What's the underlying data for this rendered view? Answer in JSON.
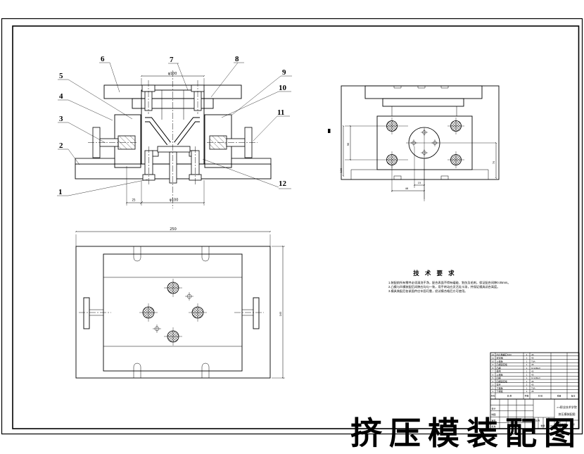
{
  "stamp": {
    "text": "挤压模装配图",
    "color": "#8B0000"
  },
  "callouts": [
    "1",
    "2",
    "3",
    "4",
    "5",
    "6",
    "7",
    "8",
    "9",
    "10",
    "11",
    "12"
  ],
  "dims": {
    "sv_top": "φ100",
    "sv_b1": "25",
    "sv_b2": "φ100",
    "tr_l1": "96",
    "tr_l2": "130",
    "tr_r": "70",
    "tr_b1": "15",
    "tr_b2": "46",
    "bl_top": "250",
    "bl_right": "165"
  },
  "tech": {
    "heading": "技 术 要 求",
    "lines": [
      "1.装配前所有零件必须清洗干净，配合表面不得有磕碰、划伤及毛刺，保证配合间隙0.05mm。",
      "2.凸模与凹模装配后间隙应均匀一致，用手转动应灵活无卡滞，并保证模具闭合高度。",
      "3.模具装配后各紧固件应牢固可靠，经试模合格后方可使用。"
    ]
  },
  "bom": {
    "headers": [
      "序号",
      "名  称",
      "件数",
      "材  料",
      "重量",
      "备注"
    ],
    "rows": [
      [
        "12",
        "内六角螺钉M10",
        "4",
        "45"
      ],
      [
        "11",
        "定位销",
        "2",
        "45"
      ],
      [
        "10",
        "上垫板",
        "1",
        "T8A"
      ],
      [
        "9",
        "凸模固定板",
        "1",
        "45"
      ],
      [
        "8",
        "凸模",
        "1",
        "Cr12MoV"
      ],
      [
        "7",
        "模柄",
        "1",
        "45"
      ],
      [
        "6",
        "上模板",
        "1",
        "45"
      ],
      [
        "5",
        "凹模",
        "1",
        "Cr12MoV"
      ],
      [
        "4",
        "凹模固定板",
        "1",
        "45"
      ],
      [
        "3",
        "拉杆",
        "2",
        "45"
      ],
      [
        "2",
        "下垫板",
        "1",
        "T8A"
      ],
      [
        "1",
        "下模板",
        "1",
        "45"
      ]
    ]
  },
  "titleblock": {
    "design": "设计",
    "draft": "制图",
    "review": "审核",
    "approve": "批准",
    "org": "××职业技术学院",
    "title": "挤压模装配图",
    "scale": "比例",
    "qty": "数量",
    "sheet": "共 张",
    "page": "第 张",
    "code": "J-8"
  }
}
